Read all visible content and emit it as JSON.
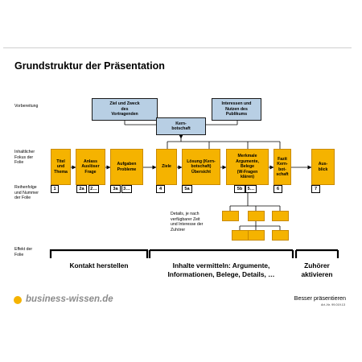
{
  "title": "Grundstruktur der Präsentation",
  "row_labels": {
    "vorbereitung": "Vorbereitung",
    "inhalt_1": "Inhaltlicher",
    "inhalt_2": "Fokus der",
    "inhalt_3": "Folie",
    "reihen_1": "Reihenfolge",
    "reihen_2": "und Nummer",
    "reihen_3": "der Folie",
    "effekt_1": "Effekt der",
    "effekt_2": "Folie"
  },
  "top_boxes": {
    "ziel": [
      "Ziel und Zweck",
      "des",
      "Vortragenden"
    ],
    "interessen": [
      "Interessen und",
      "Nutzen des",
      "Publikums"
    ],
    "kern": [
      "Kern-",
      "botschaft"
    ]
  },
  "slides": {
    "titel": [
      "Titel",
      "und",
      "Thema"
    ],
    "anlass": [
      "Anlass",
      "Auslöser",
      "Frage"
    ],
    "aufgaben": [
      "Aufgaben",
      "Probleme"
    ],
    "ziele": [
      "Ziele"
    ],
    "loesung": [
      "Lösung (Kern-",
      "botschaft)",
      "Übersicht"
    ],
    "merkmale": [
      "Merkmale",
      "Argumente,",
      "Belege",
      "(W-Fragen",
      "klären)"
    ],
    "fazit": [
      "Fazit",
      "Kern-",
      "bot-",
      "schaft"
    ],
    "ausblick": [
      "Aus-",
      "blick"
    ]
  },
  "numbers": {
    "n1": "1",
    "n2a": "2a",
    "n2b": "2…",
    "n3a": "3a",
    "n3b": "3…",
    "n4": "4",
    "n5a": "5a",
    "n5b": "5b",
    "n5c": "5…",
    "n6": "6",
    "n7": "7"
  },
  "details_text": [
    "Details, je nach",
    "verfügbarer Zeit",
    "und Interesse der",
    "Zuhörer"
  ],
  "effects": {
    "kontakt": "Kontakt herstellen",
    "inhalte_1": "Inhalte vermitteln: Argumente,",
    "inhalte_2": "Informationen, Belege, Details, …",
    "zuhoerer_1": "Zuhörer",
    "zuhoerer_2": "aktivieren"
  },
  "footer": {
    "logo": "business-wissen.de",
    "right": "Besser präsentieren",
    "artnr": "Art.-Nr. 99.019.13"
  },
  "colors": {
    "blue_box": "#b8cfe4",
    "orange_box": "#f5b300",
    "logo_dot": "#f5b300"
  }
}
